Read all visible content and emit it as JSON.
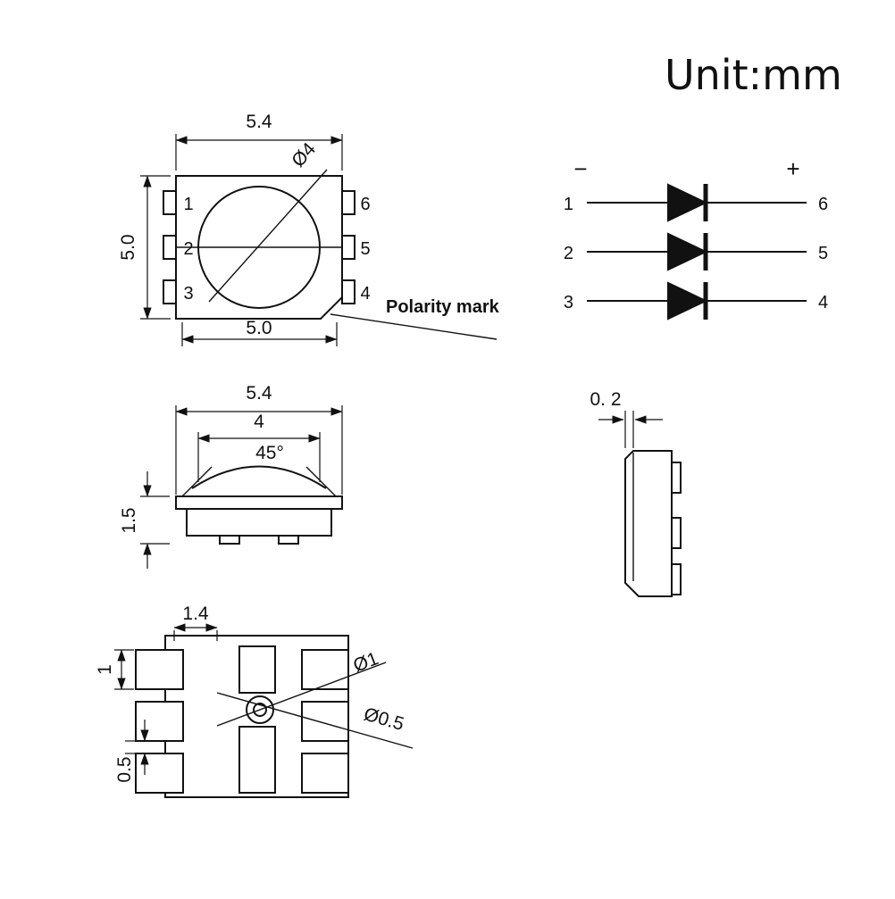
{
  "title": "Unit:mm",
  "colors": {
    "ink": "#111111",
    "background": "#ffffff"
  },
  "top_view": {
    "dim_top": "5.4",
    "dim_left": "5.0",
    "dim_bottom": "5.0",
    "lens_diameter": "Ø4",
    "pins_left": [
      "1",
      "2",
      "3"
    ],
    "pins_right": [
      "6",
      "5",
      "4"
    ],
    "polarity_label": "Polarity mark"
  },
  "schematic": {
    "minus": "−",
    "plus": "+",
    "rows": [
      {
        "left": "1",
        "right": "6"
      },
      {
        "left": "2",
        "right": "5"
      },
      {
        "left": "3",
        "right": "4"
      }
    ]
  },
  "side_view": {
    "dim_width": "5.4",
    "dim_chord": "4",
    "angle": "45°",
    "dim_height": "1.5"
  },
  "profile_view": {
    "dim_thickness": "0. 2"
  },
  "bottom_view": {
    "dim_pad_length": "1.4",
    "dim_pad_width": "1",
    "dim_pad_gap": "0.5",
    "dim_hole_outer": "Ø1",
    "dim_hole_inner": "Ø0.5"
  }
}
